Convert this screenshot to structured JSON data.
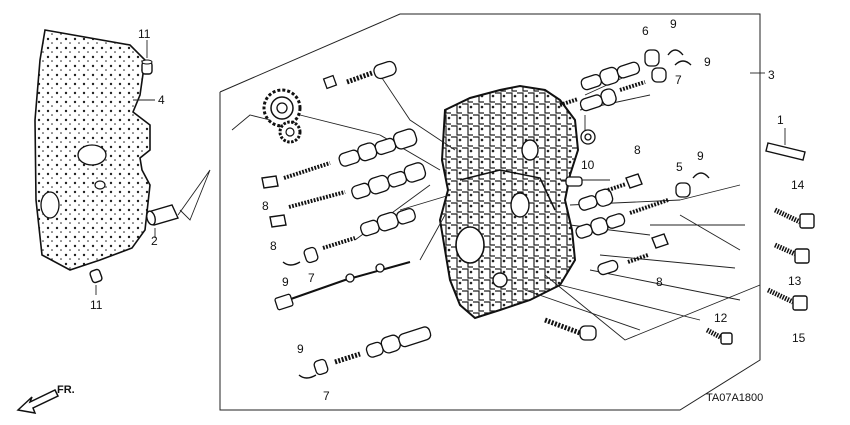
{
  "diagram": {
    "code": "TA07A1800",
    "direction": "FR.",
    "callouts": [
      {
        "id": "c1",
        "text": "1"
      },
      {
        "id": "c2",
        "text": "2"
      },
      {
        "id": "c3",
        "text": "3"
      },
      {
        "id": "c4",
        "text": "4"
      },
      {
        "id": "c5",
        "text": "5"
      },
      {
        "id": "c6",
        "text": "6"
      },
      {
        "id": "c7a",
        "text": "7"
      },
      {
        "id": "c7b",
        "text": "7"
      },
      {
        "id": "c7c",
        "text": "7"
      },
      {
        "id": "c8a",
        "text": "8"
      },
      {
        "id": "c8b",
        "text": "8"
      },
      {
        "id": "c8c",
        "text": "8"
      },
      {
        "id": "c8d",
        "text": "8"
      },
      {
        "id": "c9a",
        "text": "9"
      },
      {
        "id": "c9b",
        "text": "9"
      },
      {
        "id": "c9c",
        "text": "9"
      },
      {
        "id": "c9d",
        "text": "9"
      },
      {
        "id": "c9e",
        "text": "9"
      },
      {
        "id": "c10",
        "text": "10"
      },
      {
        "id": "c11a",
        "text": "11"
      },
      {
        "id": "c11b",
        "text": "11"
      },
      {
        "id": "c12",
        "text": "12"
      },
      {
        "id": "c13",
        "text": "13"
      },
      {
        "id": "c14",
        "text": "14"
      },
      {
        "id": "c15",
        "text": "15"
      }
    ]
  }
}
